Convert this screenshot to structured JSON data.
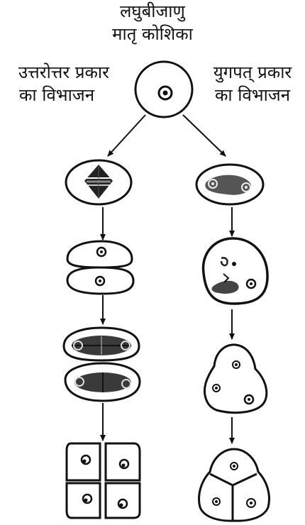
{
  "title": {
    "line1": "लघुबीजाणु",
    "line2": "मातृ कोशिका"
  },
  "left_label": {
    "line1": "उत्तरोत्तर प्रकार",
    "line2": "का विभाजन"
  },
  "right_label": {
    "line1": "युगपत् प्रकार",
    "line2": "का विभाजन"
  }
}
